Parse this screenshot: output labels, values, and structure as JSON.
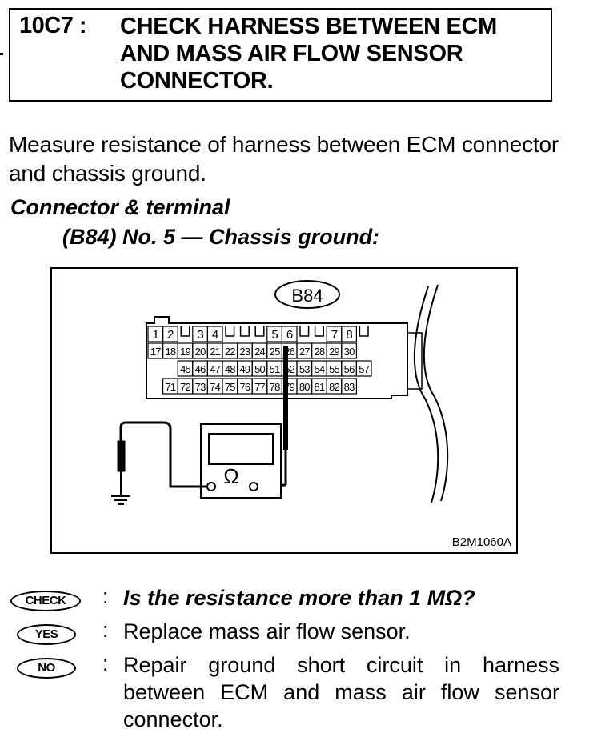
{
  "step": {
    "code": "10C7 :",
    "title": "CHECK HARNESS BETWEEN ECM AND MASS AIR FLOW SENSOR CONNECTOR."
  },
  "instruction": "Measure resistance of harness between ECM connector and chassis ground.",
  "connector_terminal": {
    "heading": "Connector & terminal",
    "detail": "(B84) No. 5 — Chassis ground:"
  },
  "diagram": {
    "connector_label": "B84",
    "figure_code": "B2M1060A",
    "meter_symbol": "Ω",
    "terminal_rows": [
      [
        "1",
        "2",
        "",
        "3",
        "4",
        "",
        "",
        "",
        "5",
        "6",
        "",
        "",
        "7",
        "8",
        ""
      ],
      [
        "17",
        "18",
        "19",
        "20",
        "21",
        "22",
        "23",
        "24",
        "25",
        "26",
        "27",
        "28",
        "29",
        "30"
      ],
      [
        "",
        "",
        "45",
        "46",
        "47",
        "48",
        "49",
        "50",
        "51",
        "52",
        "53",
        "54",
        "55",
        "56",
        "57"
      ],
      [
        "",
        "71",
        "72",
        "73",
        "74",
        "75",
        "76",
        "77",
        "78",
        "79",
        "80",
        "81",
        "82",
        "83"
      ]
    ]
  },
  "checks": {
    "check_badge": "CHECK",
    "check_question": "Is the resistance more than 1 MΩ?",
    "yes_badge": "YES",
    "yes_action": "Replace mass air flow sensor.",
    "no_badge": "NO",
    "no_action": "Repair ground short circuit in harness between ECM and mass air flow sensor connector."
  }
}
